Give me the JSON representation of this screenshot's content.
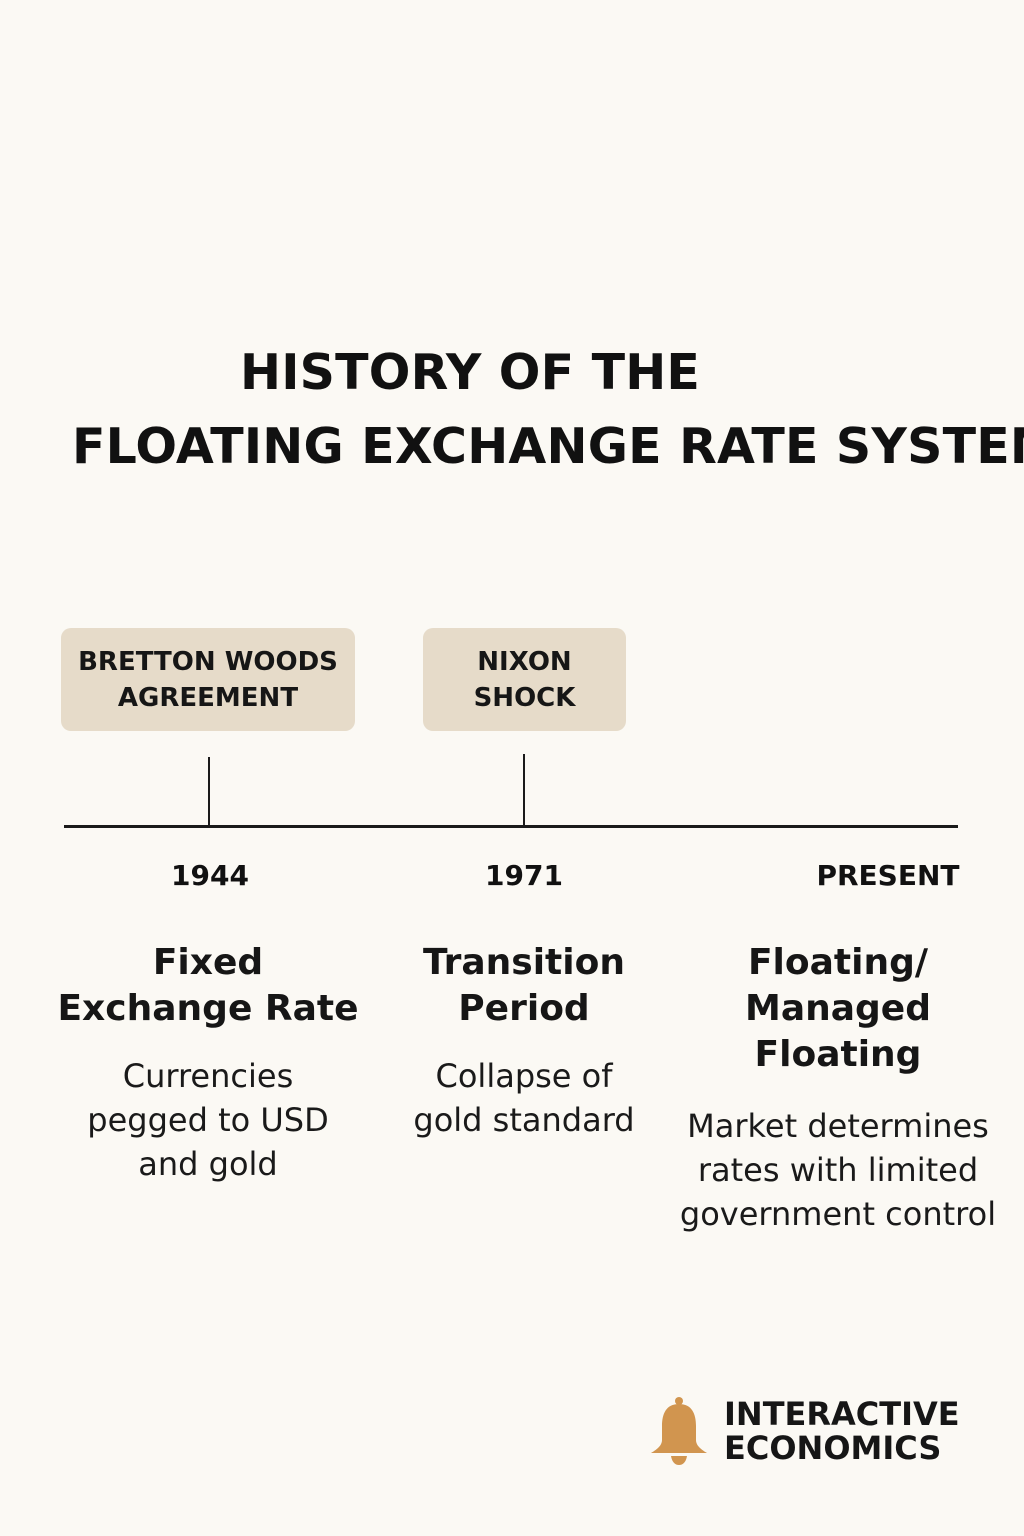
{
  "title": {
    "line1": "HISTORY OF THE",
    "line2": "FLOATING EXCHANGE RATE SYSTEM"
  },
  "events": [
    {
      "label_lines": [
        "BRETTON WOODS",
        "AGREEMENT"
      ]
    },
    {
      "label_lines": [
        "NIXON",
        "SHOCK"
      ]
    }
  ],
  "timeline": {
    "years": [
      "1944",
      "1971",
      "PRESENT"
    ]
  },
  "phases": [
    {
      "title_lines": [
        "Fixed",
        "Exchange Rate"
      ],
      "description_lines": [
        "Currencies",
        "pegged to USD",
        "and gold"
      ]
    },
    {
      "title_lines": [
        "Transition",
        "Period"
      ],
      "description_lines": [
        "Collapse of",
        "gold standard"
      ]
    },
    {
      "title_lines": [
        "Floating/",
        "Managed",
        "Floating"
      ],
      "description_lines": [
        "Market determines",
        "rates with limited",
        "government control"
      ]
    }
  ],
  "brand": {
    "icon": "bell-icon",
    "name_lines": [
      "INTERACTIVE",
      "ECONOMICS"
    ]
  },
  "colors": {
    "background": "#fbf9f4",
    "event_box": "#e6dbc9",
    "bell": "#d1954f",
    "text": "#111111"
  }
}
